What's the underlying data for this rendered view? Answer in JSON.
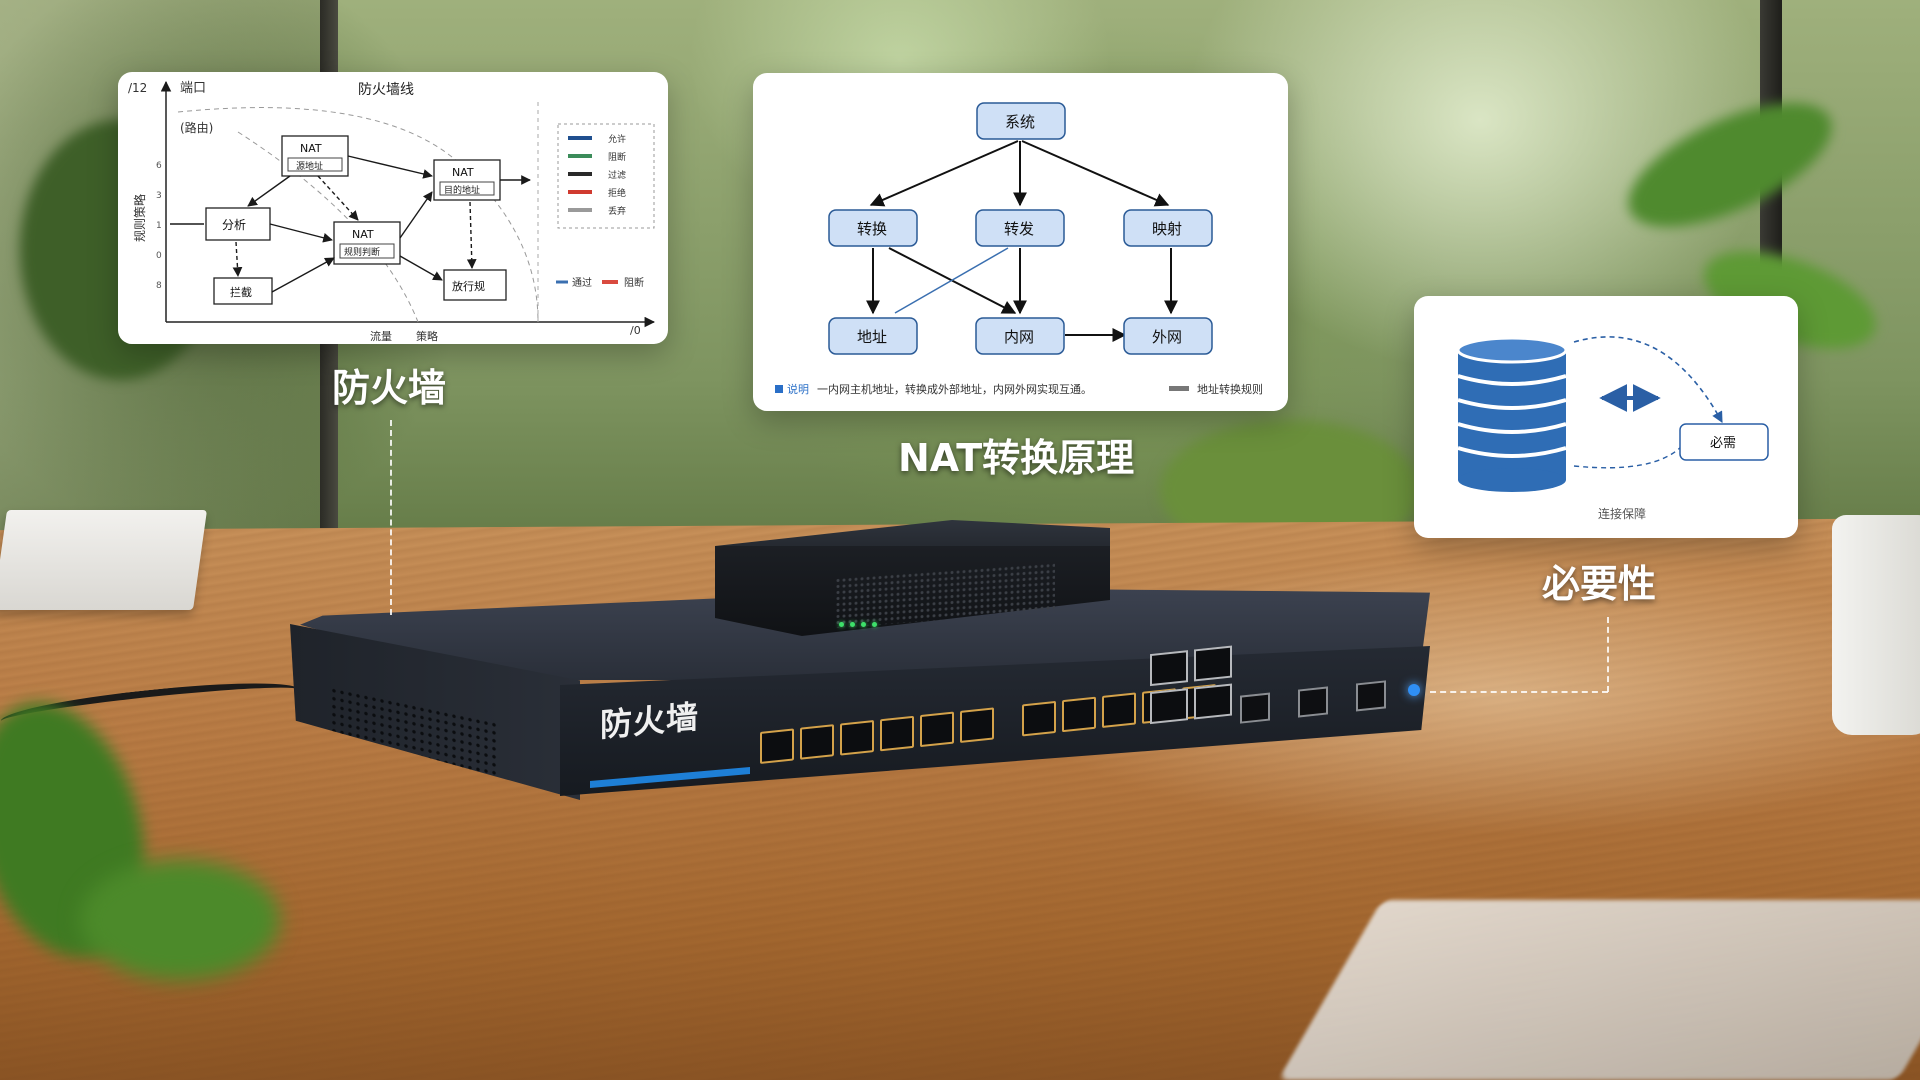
{
  "firewall_card": {
    "title": "防火墙线",
    "axis_y_top": "/12",
    "axis_x_end": "/0",
    "top_left_label": "端口",
    "dashed_label": "(路由)",
    "y_axis_label": "规则策略",
    "y_ticks": [
      "6",
      "3",
      "1",
      "0",
      "8"
    ],
    "nodes": {
      "top": {
        "title": "NAT",
        "sub": "源地址"
      },
      "right": {
        "title": "NAT",
        "sub": "目的地址"
      },
      "left": "分析",
      "center": {
        "title": "NAT",
        "sub": "规则判断"
      },
      "bottom_left": "拦截",
      "bottom_right": "放行规"
    },
    "x_labels": [
      "流量",
      "策略"
    ],
    "legend": [
      "允许",
      "阻断",
      "过滤",
      "拒绝",
      "丢弃"
    ],
    "key": [
      {
        "label": "通过",
        "color": "#3a6fb0"
      },
      {
        "label": "阻断",
        "color": "#d94a3f"
      }
    ],
    "legend_colors": [
      "#1f4f8f",
      "#3b8c5a",
      "#2a2a2a",
      "#d03a2f",
      "#9a9a9a"
    ]
  },
  "nat_card": {
    "nodes": {
      "root": "系统",
      "mid_left": "转换",
      "mid_center": "转发",
      "mid_right": "映射",
      "bot_left": "地址",
      "bot_center": "内网",
      "bot_right": "外网"
    },
    "footnote_tag": "说明",
    "footnote": "一内网主机地址，转换成外部地址，内网外网实现互通。",
    "footnote_right": "地址转换规则"
  },
  "need_card": {
    "box_label": "必需",
    "sub_label": "连接保障"
  },
  "captions": {
    "firewall": "防火墙",
    "nat": "NAT转换原理",
    "need": "必要性"
  },
  "device": {
    "brand": "防火墙"
  }
}
